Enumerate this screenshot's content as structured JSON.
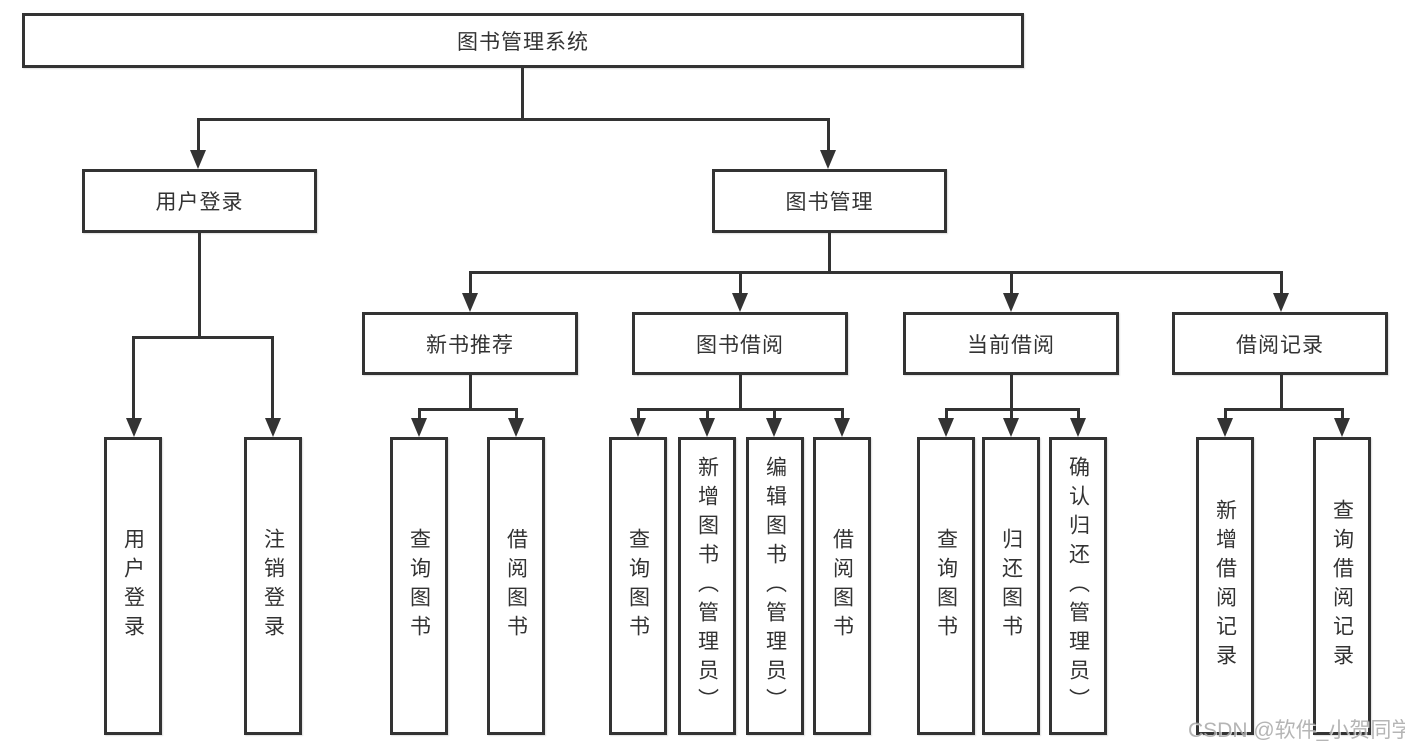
{
  "diagram": {
    "tree": {
      "root": "图书管理系统",
      "branches": [
        {
          "label": "用户登录",
          "children": [
            "用户登录",
            "注销登录"
          ]
        },
        {
          "label": "图书管理",
          "groups": [
            {
              "label": "新书推荐",
              "children": [
                "查询图书",
                "借阅图书"
              ]
            },
            {
              "label": "图书借阅",
              "children": [
                "查询图书",
                "新增图书（管理员）",
                "编辑图书（管理员）",
                "借阅图书"
              ]
            },
            {
              "label": "当前借阅",
              "children": [
                "查询图书",
                "归还图书",
                "确认归还（管理员）"
              ]
            },
            {
              "label": "借阅记录",
              "children": [
                "新增借阅记录",
                "查询借阅记录"
              ]
            }
          ]
        }
      ]
    },
    "colors": {
      "line": "#333333",
      "box_border": "#333333",
      "text": "#333333",
      "background": "#ffffff",
      "watermark": "#a9a9a9"
    }
  },
  "watermark": "CSDN @软件_小贺同学"
}
